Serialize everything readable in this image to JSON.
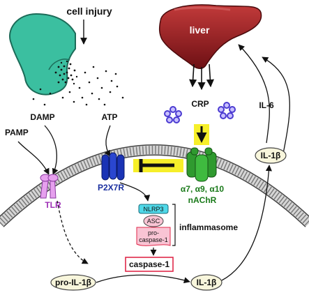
{
  "labels": {
    "cell_injury": "cell injury",
    "liver": "liver",
    "damp": "DAMP",
    "atp": "ATP",
    "pamp": "PAMP",
    "crp": "CRP",
    "tlr": "TLR",
    "p2x7r": "P2X7R",
    "nachr_subunits": "α7, α9, α10",
    "nachr": "nAChR",
    "il6": "IL-6",
    "il1b_cytokine": "IL-1β",
    "il1b_mature": "IL-1β",
    "nlrp3": "NLRP3",
    "asc": "ASC",
    "procaspase_line1": "pro-",
    "procaspase_line2": "caspase-1",
    "inflammasome": "inflammasome",
    "caspase1": "caspase-1",
    "pro_il1b": "pro-IL-1β"
  },
  "colors": {
    "injured_cell": "#3bbfa0",
    "liver": "#9e1c1f",
    "crp": "#4b3bd1",
    "tlr": "#e6a0ee",
    "p2x7r": "#1a33b5",
    "nachr": "#2f9a2f",
    "nachr_text": "#1a7a1a",
    "inhibit_box": "#f6ef2a",
    "nlrp3": "#4fd8e8",
    "procaspase": "#f9c4d4",
    "caspase_border": "#e0294a",
    "cytokine_fill": "#f8f6dc",
    "tlr_text": "#9d2fb5",
    "p2x7r_text": "#1a2f9f"
  }
}
